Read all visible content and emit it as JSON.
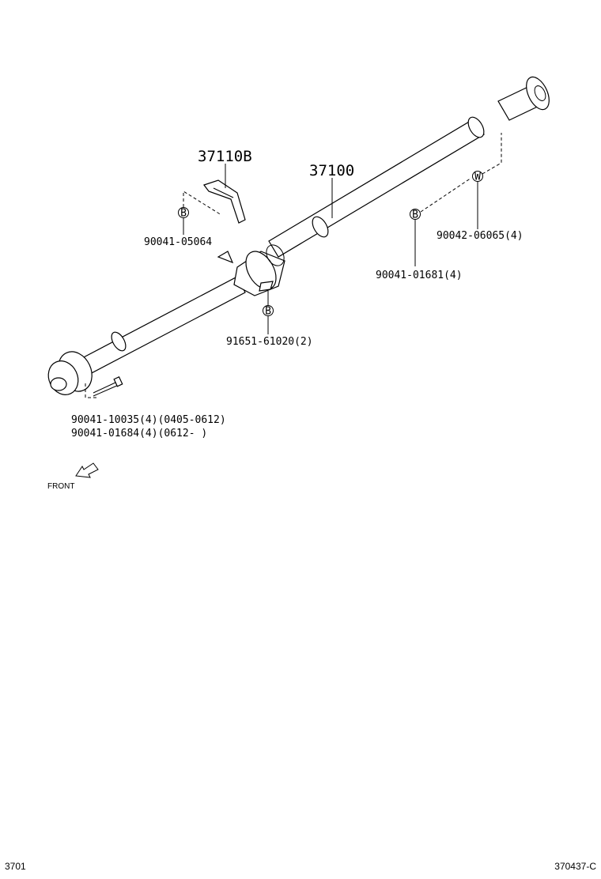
{
  "labels": {
    "part_37110b": "37110B",
    "part_37100": "37100",
    "bolt_05064": "90041-05064",
    "washer_06065": "90042-06065(4)",
    "bolt_01681": "90041-01681(4)",
    "bolt_61020": "91651-61020(2)",
    "bolt_10035": "90041-10035(4)(0405-0612)",
    "bolt_01684": "90041-01684(4)(0612-     )",
    "front": "FRONT",
    "callout_b": "B",
    "callout_w": "W"
  },
  "footer": {
    "left": "3701",
    "right": "370437-C"
  }
}
